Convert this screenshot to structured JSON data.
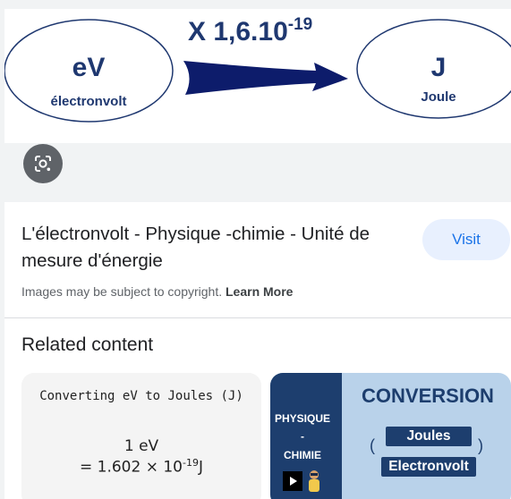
{
  "preview": {
    "multiplier_text": "X 1,6.10",
    "multiplier_exp": "-19",
    "left_unit": "eV",
    "left_name": "électronvolt",
    "right_unit": "J",
    "right_name": "Joule",
    "lens_icon": "google-lens-icon"
  },
  "result": {
    "title": "L'électronvolt - Physique -chimie - Unité de mesure d'énergie",
    "visit_label": "Visit",
    "copyright_text": "Images may be subject to copyright.",
    "learn_more_label": "Learn More"
  },
  "related": {
    "heading": "Related content",
    "items": [
      {
        "heading": "Converting eV to Joules (J)",
        "line1": "1 eV",
        "line2_prefix": "= 1.602 × 10",
        "line2_exp": "-19",
        "line2_suffix": "J"
      },
      {
        "side_top": "PHYSIQUE",
        "side_mid": "-",
        "side_bottom": "CHIMIE",
        "title": "CONVERSION",
        "pill_top": "Joules",
        "pill_bottom": "Electronvolt",
        "play_icon": "play-icon"
      }
    ]
  },
  "colors": {
    "ellipse_stroke": "#1f3870",
    "arrow_fill": "#0d1c6b",
    "visit_bg": "#e8f0fe",
    "visit_text": "#1a73e8",
    "navy": "#1d3e6e"
  }
}
